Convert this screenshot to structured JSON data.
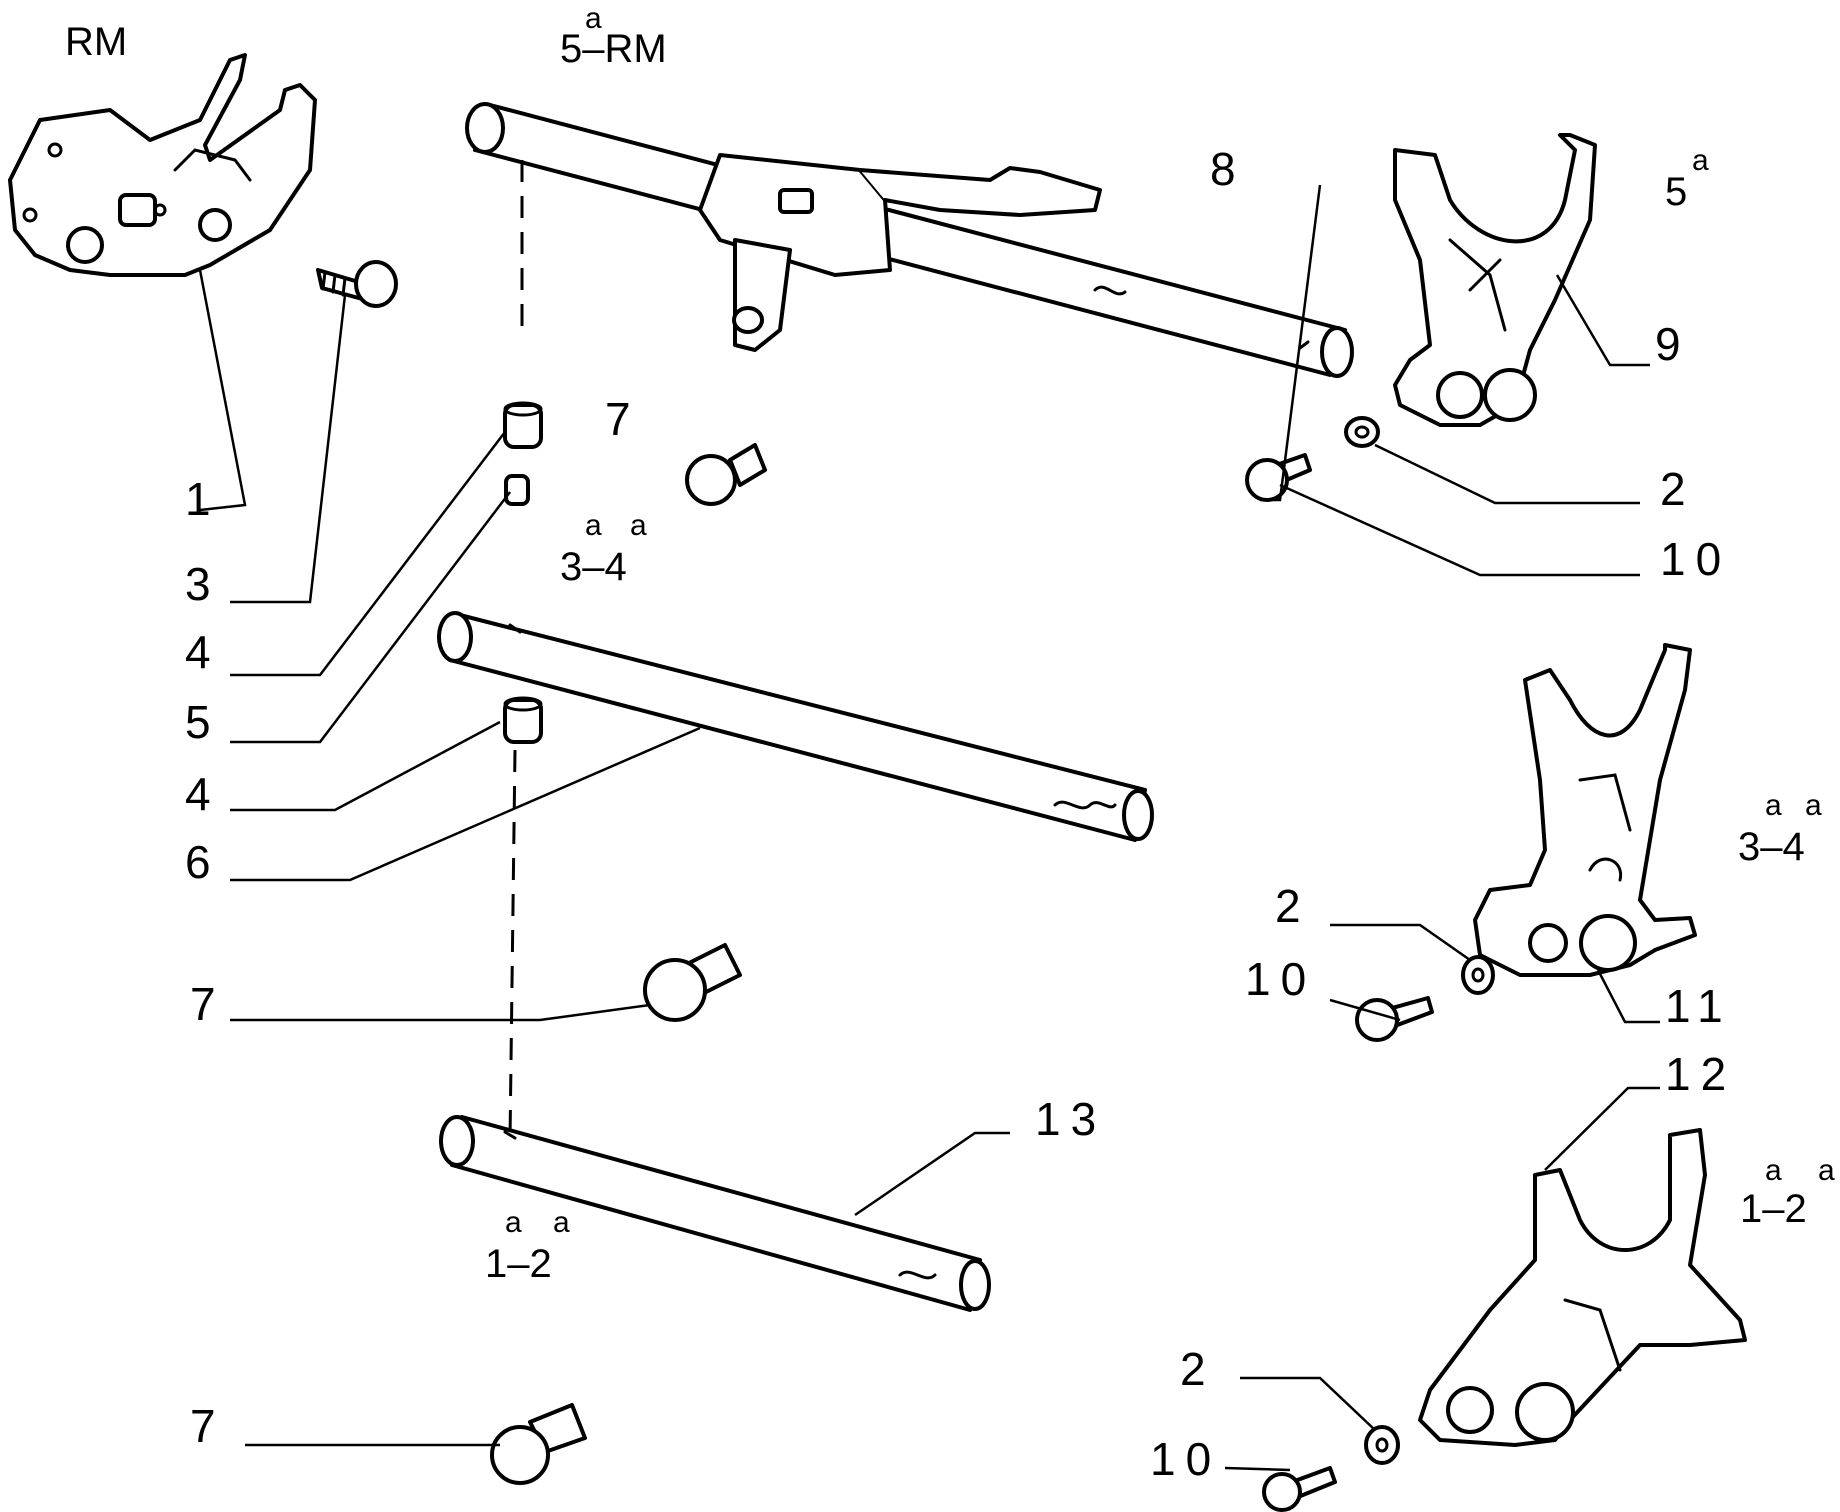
{
  "callouts": {
    "c1": "1",
    "c3": "3",
    "c4a": "4",
    "c5": "5",
    "c4b": "4",
    "c6": "6",
    "c7a": "7",
    "c7b": "7",
    "c7c": "7",
    "c8": "8",
    "c9": "9",
    "c2a": "2",
    "c10a": "10",
    "c2b": "2",
    "c10b": "10",
    "c11": "11",
    "c12": "12",
    "c2c": "2",
    "c10c": "10",
    "c13": "13"
  },
  "gear_labels": {
    "rm": "RM",
    "fifth_rm": "5–RM",
    "fifth_rm_sup": "a",
    "fifth": "5",
    "fifth_sup": "a",
    "third_fourth_mid": "3–4",
    "third_fourth_mid_sup1": "a",
    "third_fourth_mid_sup2": "a",
    "third_fourth_right": "3–4",
    "third_fourth_right_sup1": "a",
    "third_fourth_right_sup2": "a",
    "first_second_bottom": "1–2",
    "first_second_bottom_sup1": "a",
    "first_second_bottom_sup2": "a",
    "first_second_right": "1–2",
    "first_second_right_sup1": "a",
    "first_second_right_sup2": "a"
  }
}
